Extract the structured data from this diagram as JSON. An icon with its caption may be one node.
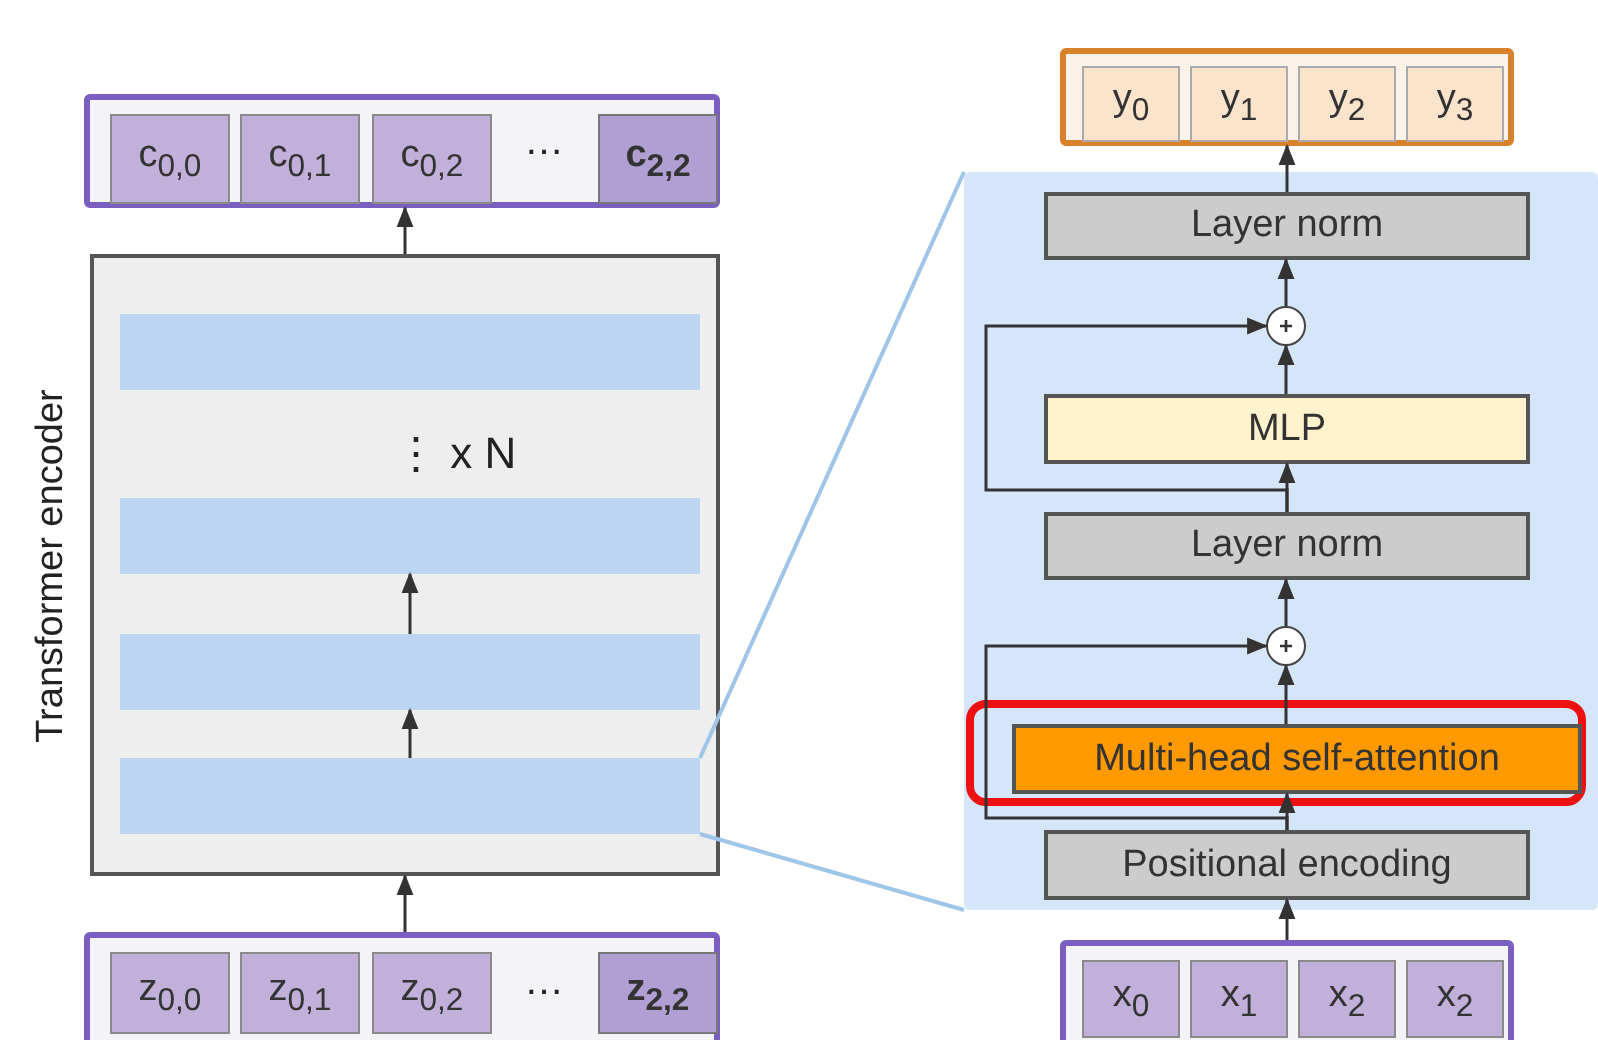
{
  "diagram": {
    "nodes": [
      {
        "text": [],
        "shape": "box"
      },
      {
        "text": [
          "c$_{0,0}$"
        ],
        "in": 0
      },
      {
        "text": [
          "c$_{0,1}$"
        ],
        "in": 0
      },
      {
        "text": [
          "c$_{0,2}$"
        ],
        "in": 0
      },
      {
        "text": [
          "c$_{2,2}$"
        ],
        "in": 0
      },
      {
        "text": [
          "Transformer encoder",
          "⋮ x N"
        ]
      },
      {
        "text": [],
        "shape": "bar",
        "in": 5
      },
      {
        "text": [],
        "shape": "bar",
        "in": 5
      },
      {
        "text": [],
        "shape": "bar",
        "in": 5
      },
      {
        "text": [],
        "shape": "bar",
        "in": 5
      },
      {
        "text": [],
        "shape": "box"
      },
      {
        "text": [
          "z$_{0,0}$"
        ],
        "in": 10
      },
      {
        "text": [
          "z$_{0,1}$"
        ],
        "in": 10
      },
      {
        "text": [
          "z$_{0,2}$"
        ],
        "in": 10
      },
      {
        "text": [
          "z$_{2,2}$"
        ],
        "in": 10
      },
      {
        "text": [],
        "shape": "box"
      },
      {
        "text": [
          "Layer norm"
        ],
        "in": 15
      },
      {
        "text": [
          "+"
        ],
        "in": 15
      },
      {
        "text": [
          "MLP"
        ],
        "in": 15
      },
      {
        "text": [
          "Layer norm"
        ],
        "in": 15
      },
      {
        "text": [
          "+"
        ],
        "in": 15
      },
      {
        "text": [],
        "shape": "box",
        "in": 15
      },
      {
        "text": [
          "Multi-head self-attention"
        ],
        "in": 21
      },
      {
        "text": [
          "Positional encoding"
        ],
        "in": 15
      },
      {
        "text": [],
        "shape": "box"
      },
      {
        "text": [
          "y$_{0}$"
        ],
        "in": 24
      },
      {
        "text": [
          "y$_{1}$"
        ],
        "in": 24
      },
      {
        "text": [
          "y$_{2}$"
        ],
        "in": 24
      },
      {
        "text": [
          "y$_{3}$"
        ],
        "in": 24
      },
      {
        "text": [],
        "shape": "box"
      },
      {
        "text": [
          "x$_{0}$"
        ],
        "in": 29
      },
      {
        "text": [
          "x$_{1}$"
        ],
        "in": 29
      },
      {
        "text": [
          "x$_{2}$"
        ],
        "in": 29
      },
      {
        "text": [
          "x$_{2}$"
        ],
        "in": 29
      }
    ],
    "edges": [
      {
        "from": 5,
        "to": 0,
        "arrow": "to"
      },
      {
        "from": 10,
        "to": 5,
        "arrow": "to"
      },
      {
        "from": 9,
        "to": 8,
        "arrow": "to"
      },
      {
        "from": 8,
        "to": 7,
        "arrow": "to"
      },
      {
        "from": 9,
        "to": 15,
        "arrow": "none",
        "color": "#9fc5e8"
      },
      {
        "from": 9,
        "to": 15,
        "arrow": "none",
        "color": "#9fc5e8"
      },
      {
        "from": 29,
        "to": 23,
        "arrow": "to"
      },
      {
        "from": 23,
        "to": 22,
        "arrow": "to"
      },
      {
        "from": 22,
        "to": 20,
        "arrow": "to"
      },
      {
        "from": 23,
        "to": 20,
        "arrow": "to"
      },
      {
        "from": 20,
        "to": 19,
        "arrow": "to"
      },
      {
        "from": 19,
        "to": 18,
        "arrow": "to"
      },
      {
        "from": 18,
        "to": 17,
        "arrow": "to"
      },
      {
        "from": 19,
        "to": 17,
        "arrow": "to"
      },
      {
        "from": 17,
        "to": 16,
        "arrow": "to"
      },
      {
        "from": 16,
        "to": 24,
        "arrow": "to"
      }
    ],
    "labels": [
      "…",
      "…"
    ]
  }
}
